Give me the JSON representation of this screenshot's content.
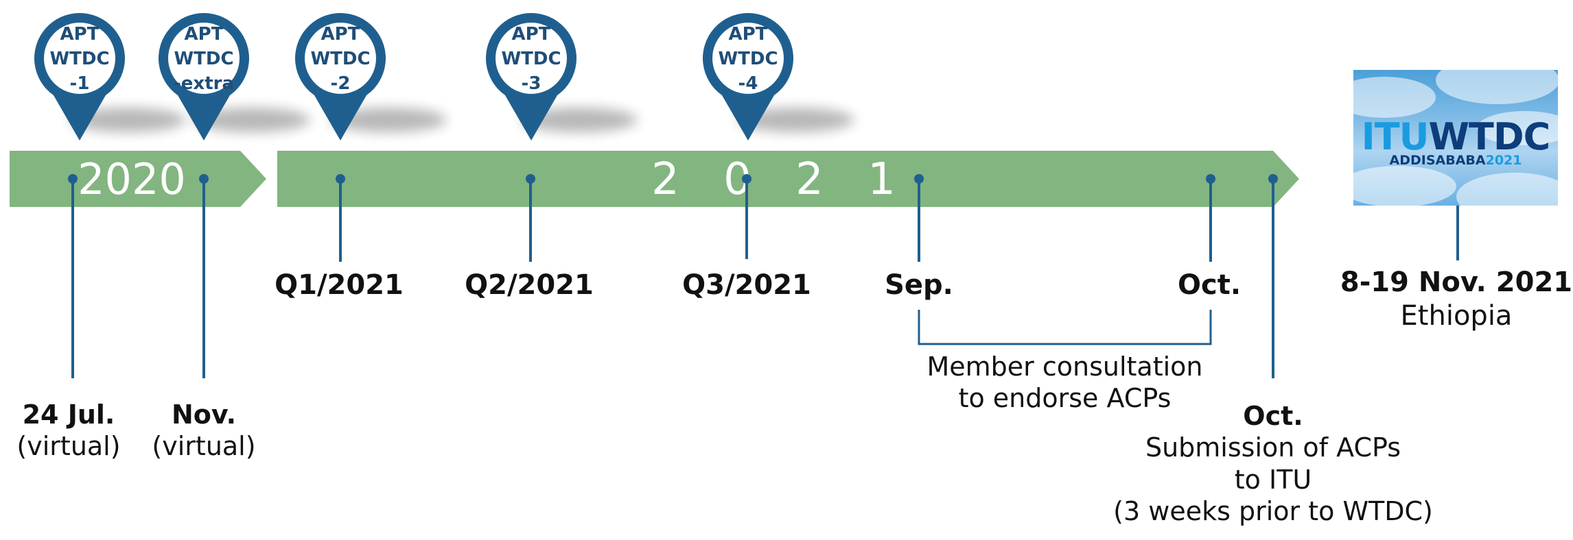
{
  "year_bars": [
    {
      "id": "2020",
      "label": "2020"
    },
    {
      "id": "2021",
      "label": "2 0 2 1"
    }
  ],
  "pins": [
    {
      "id": "wtdc-1",
      "lines": [
        "APT",
        "WTDC",
        "-1"
      ]
    },
    {
      "id": "wtdc-extra",
      "lines": [
        "APT",
        "WTDC",
        "-extra"
      ]
    },
    {
      "id": "wtdc-2",
      "lines": [
        "APT",
        "WTDC",
        "-2"
      ]
    },
    {
      "id": "wtdc-3",
      "lines": [
        "APT",
        "WTDC",
        "-3"
      ]
    },
    {
      "id": "wtdc-4",
      "lines": [
        "APT",
        "WTDC",
        "-4"
      ]
    }
  ],
  "milestones": [
    {
      "id": "jul",
      "lines": [
        {
          "text": "24 Jul.",
          "bold": true
        },
        {
          "text": "(virtual)",
          "bold": false
        }
      ]
    },
    {
      "id": "nov",
      "lines": [
        {
          "text": "Nov.",
          "bold": true
        },
        {
          "text": "(virtual)",
          "bold": false
        }
      ]
    },
    {
      "id": "q1",
      "lines": [
        {
          "text": "Q1/2021",
          "bold": true
        }
      ]
    },
    {
      "id": "q2",
      "lines": [
        {
          "text": "Q2/2021",
          "bold": true
        }
      ]
    },
    {
      "id": "q3",
      "lines": [
        {
          "text": "Q3/2021",
          "bold": true
        }
      ]
    },
    {
      "id": "sep",
      "lines": [
        {
          "text": "Sep.",
          "bold": true
        }
      ]
    },
    {
      "id": "oct-consult",
      "lines": [
        {
          "text": "Oct.",
          "bold": true
        }
      ]
    },
    {
      "id": "oct-submit",
      "lines": [
        {
          "text": "Oct.",
          "bold": true
        },
        {
          "text": "Submission of ACPs",
          "bold": false
        },
        {
          "text": "to ITU",
          "bold": false
        },
        {
          "text": "(3 weeks prior to WTDC)",
          "bold": false
        }
      ]
    },
    {
      "id": "wtdc",
      "lines": [
        {
          "text": "8-19 Nov. 2021",
          "bold": true
        },
        {
          "text": "Ethiopia",
          "bold": false
        }
      ]
    }
  ],
  "consultation": {
    "lines": [
      "Member consultation",
      "to endorse ACPs"
    ]
  },
  "event_logo": {
    "brand_left": "ITU",
    "brand_right": "WTDC",
    "city": "ADDISABABA",
    "year": "2021"
  },
  "colors": {
    "bar": "#82b580",
    "pin": "#1f5f8f",
    "pin_text": "#1f4e79",
    "connector": "#1f5f8f",
    "year_text": "#ffffff",
    "logo_blue": "#0d3d7a",
    "logo_year": "#1a9be0"
  }
}
